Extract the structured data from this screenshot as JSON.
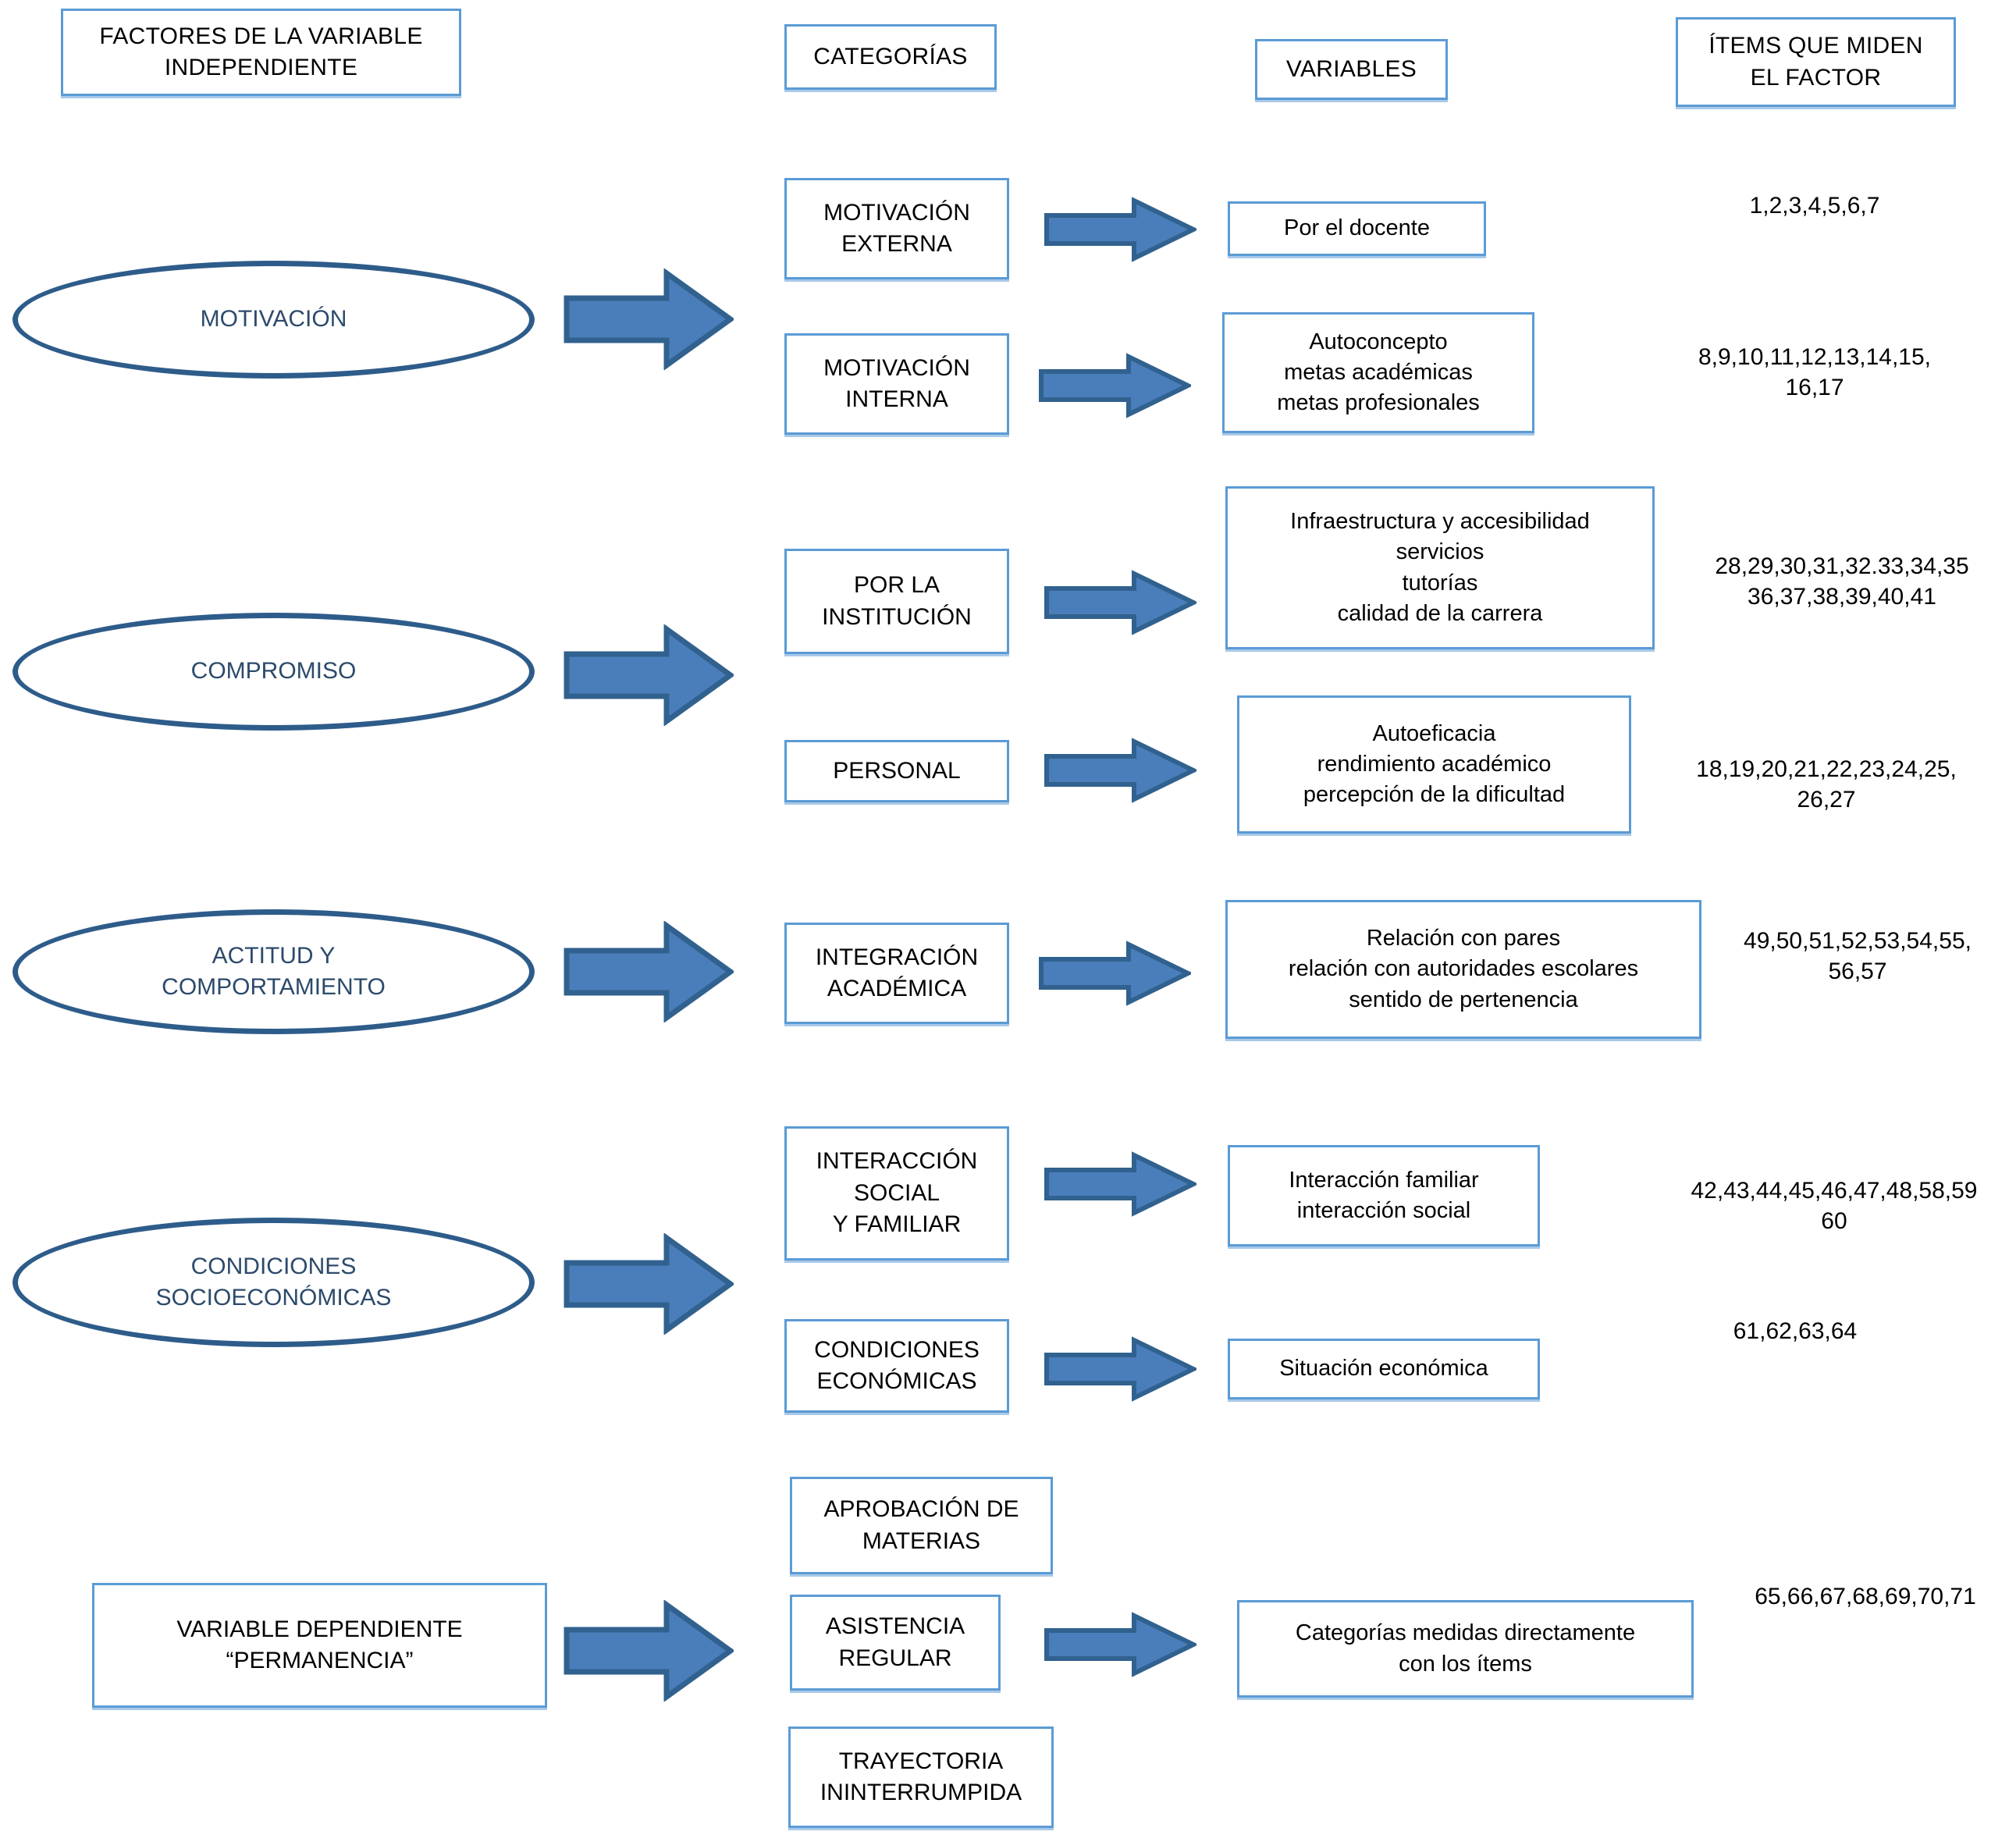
{
  "headers": [
    {
      "id": "factores",
      "text": "FACTORES DE LA VARIABLE\nINDEPENDIENTE"
    },
    {
      "id": "categorias",
      "text": "CATEGORÍAS"
    },
    {
      "id": "variables",
      "text": "VARIABLES"
    },
    {
      "id": "items",
      "text": "ÍTEMS QUE MIDEN\nEL FACTOR"
    }
  ],
  "factors": [
    {
      "id": "motivacion",
      "label": "MOTIVACIÓN",
      "categories": [
        {
          "label": "MOTIVACIÓN\nEXTERNA",
          "variable": "Por el docente",
          "items": "1,2,3,4,5,6,7"
        },
        {
          "label": "MOTIVACIÓN\nINTERNA",
          "variable": "Autoconcepto\nmetas académicas\nmetas profesionales",
          "items": "8,9,10,11,12,13,14,15,\n16,17"
        }
      ]
    },
    {
      "id": "compromiso",
      "label": "COMPROMISO",
      "categories": [
        {
          "label": "POR LA\nINSTITUCIÓN",
          "variable": "Infraestructura y accesibilidad\nservicios\ntutorías\ncalidad de la carrera",
          "items": "28,29,30,31,32.33,34,35\n36,37,38,39,40,41"
        },
        {
          "label": "PERSONAL",
          "variable": "Autoeficacia\nrendimiento académico\npercepción de la dificultad",
          "items": "18,19,20,21,22,23,24,25,\n26,27"
        }
      ]
    },
    {
      "id": "actitud",
      "label": "ACTITUD Y\nCOMPORTAMIENTO",
      "categories": [
        {
          "label": "INTEGRACIÓN\nACADÉMICA",
          "variable": "Relación con pares\nrelación con autoridades escolares\nsentido de pertenencia",
          "items": "49,50,51,52,53,54,55,\n56,57"
        }
      ]
    },
    {
      "id": "socioeconomicas",
      "label": "CONDICIONES\nSOCIOECONÓMICAS",
      "categories": [
        {
          "label": "INTERACCIÓN\nSOCIAL\nY FAMILIAR",
          "variable": "Interacción familiar\ninteracción social",
          "items": "42,43,44,45,46,47,48,58,59\n60"
        },
        {
          "label": "CONDICIONES\nECONÓMICAS",
          "variable": "Situación económica",
          "items": "61,62,63,64"
        }
      ]
    }
  ],
  "dependent": {
    "label": "VARIABLE DEPENDIENTE\n“PERMANENCIA”",
    "categories": [
      "APROBACIÓN DE\nMATERIAS",
      "ASISTENCIA\nREGULAR",
      "TRAYECTORIA\nININTERRUMPIDA"
    ],
    "variable": "Categorías medidas directamente\ncon los ítems",
    "items": "65,66,67,68,69,70,71"
  },
  "colors": {
    "box_border": "#5B9BD5",
    "ellipse_border": "#2E5C8A",
    "ellipse_text": "#2C4A6B",
    "arrow_fill": "#4A7EBB",
    "arrow_stroke": "#31618E",
    "text": "#000000",
    "background": "#FFFFFF"
  },
  "icons": {
    "arrow": "right-arrow-icon"
  }
}
